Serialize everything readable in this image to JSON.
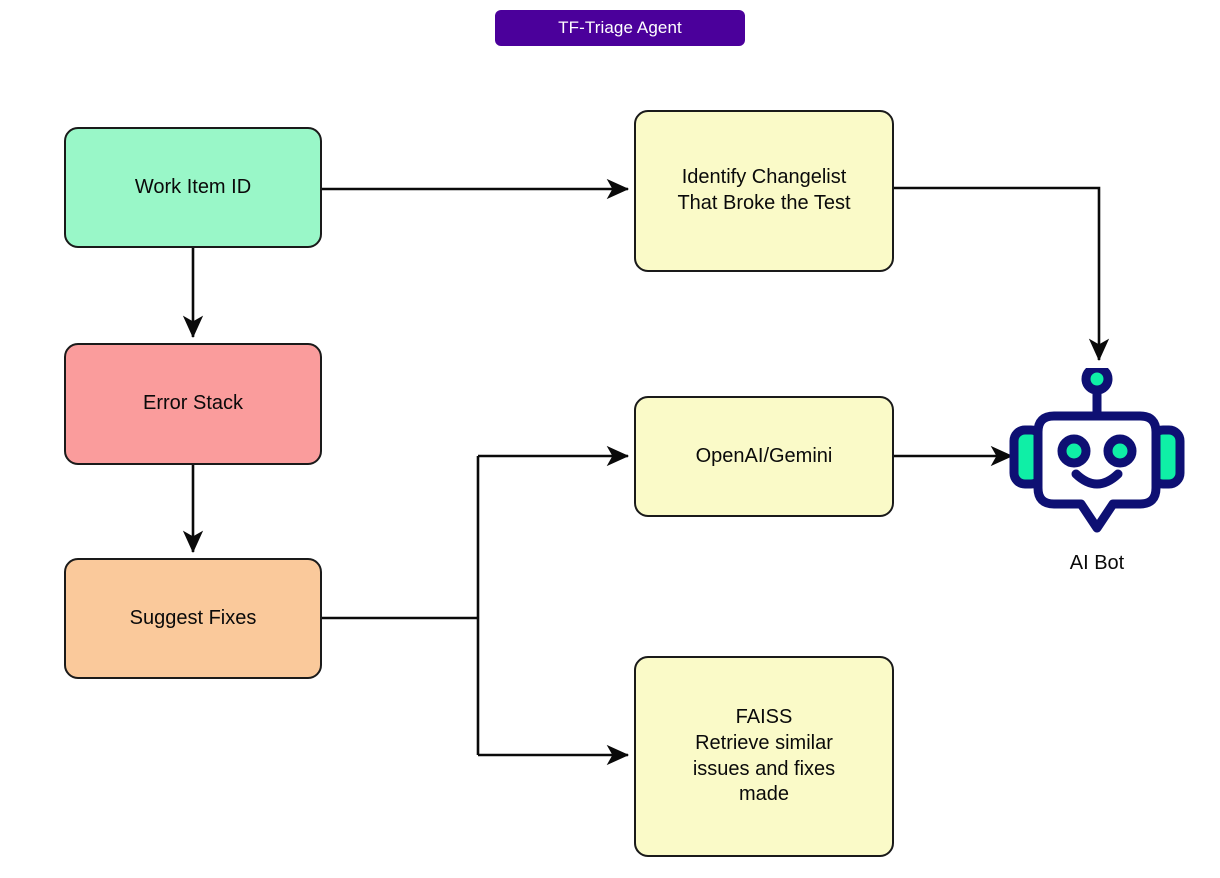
{
  "diagram": {
    "title": "TF-Triage Agent",
    "title_badge_color": "#4B009B",
    "title_text_color": "#FFFFFF",
    "background": "#FFFFFF",
    "edge_color": "#0A0A0A",
    "nodes": [
      {
        "id": "work-item",
        "label": "Work Item ID",
        "fill": "#99F7C8"
      },
      {
        "id": "error-stack",
        "label": "Error Stack",
        "fill": "#FA9C9C"
      },
      {
        "id": "suggest-fixes",
        "label": "Suggest Fixes",
        "fill": "#FAC99B"
      },
      {
        "id": "identify",
        "label": "Identify Changelist\nThat Broke the Test",
        "fill": "#FAFAC8"
      },
      {
        "id": "openai-gemini",
        "label": "OpenAI/Gemini",
        "fill": "#FAFAC8"
      },
      {
        "id": "faiss",
        "label": "FAISS\nRetrieve similar\nissues and fixes\nmade",
        "fill": "#FAFAC8"
      }
    ],
    "bot": {
      "label": "AI Bot",
      "outline_color": "#0E1073",
      "accent_color": "#0FEFA6",
      "body_color": "#FFFFFF"
    },
    "edges": [
      {
        "from": "work-item",
        "to": "identify",
        "arrow": true
      },
      {
        "from": "work-item",
        "to": "error-stack",
        "arrow": true
      },
      {
        "from": "error-stack",
        "to": "suggest-fixes",
        "arrow": true
      },
      {
        "from": "identify",
        "to": "ai-bot",
        "arrow": true
      },
      {
        "from": "suggest-fixes",
        "to": "openai-gemini",
        "arrow": true
      },
      {
        "from": "suggest-fixes",
        "to": "faiss",
        "arrow": true
      },
      {
        "from": "openai-gemini",
        "to": "ai-bot",
        "arrow": true
      }
    ]
  }
}
